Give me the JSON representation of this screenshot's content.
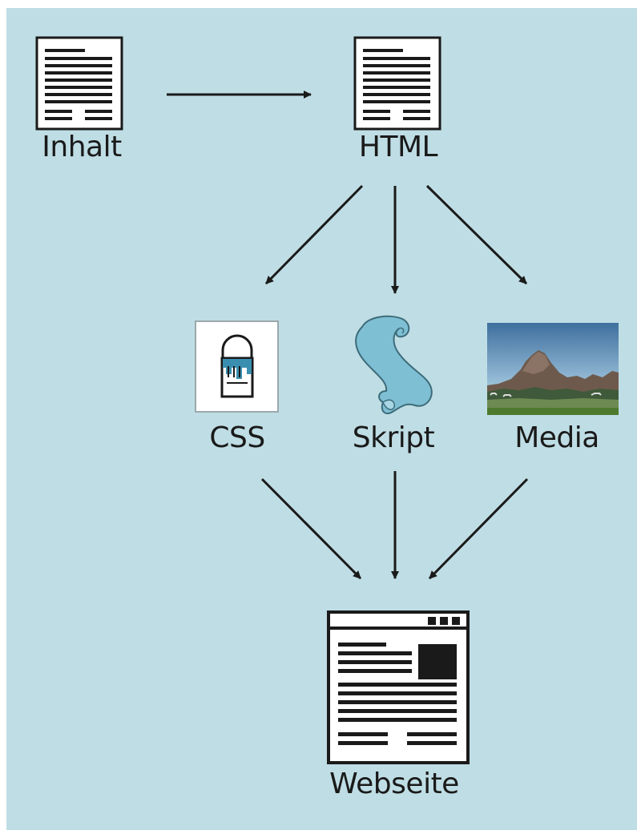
{
  "nodes": {
    "inhalt": {
      "label": "Inhalt",
      "icon": "document-icon"
    },
    "html": {
      "label": "HTML",
      "icon": "document-icon"
    },
    "css": {
      "label": "CSS",
      "icon": "paint-bucket-icon"
    },
    "skript": {
      "label": "Skript",
      "icon": "scroll-icon"
    },
    "media": {
      "label": "Media",
      "icon": "landscape-photo-icon"
    },
    "webseite": {
      "label": "Webseite",
      "icon": "browser-window-icon"
    }
  },
  "edges": [
    [
      "inhalt",
      "html"
    ],
    [
      "html",
      "css"
    ],
    [
      "html",
      "skript"
    ],
    [
      "html",
      "media"
    ],
    [
      "css",
      "webseite"
    ],
    [
      "skript",
      "webseite"
    ],
    [
      "media",
      "webseite"
    ]
  ],
  "colors": {
    "background": "#bfdde4",
    "ink": "#1a1a1a",
    "scroll": "#7fbfd4",
    "paint": "#3a8fb0"
  }
}
